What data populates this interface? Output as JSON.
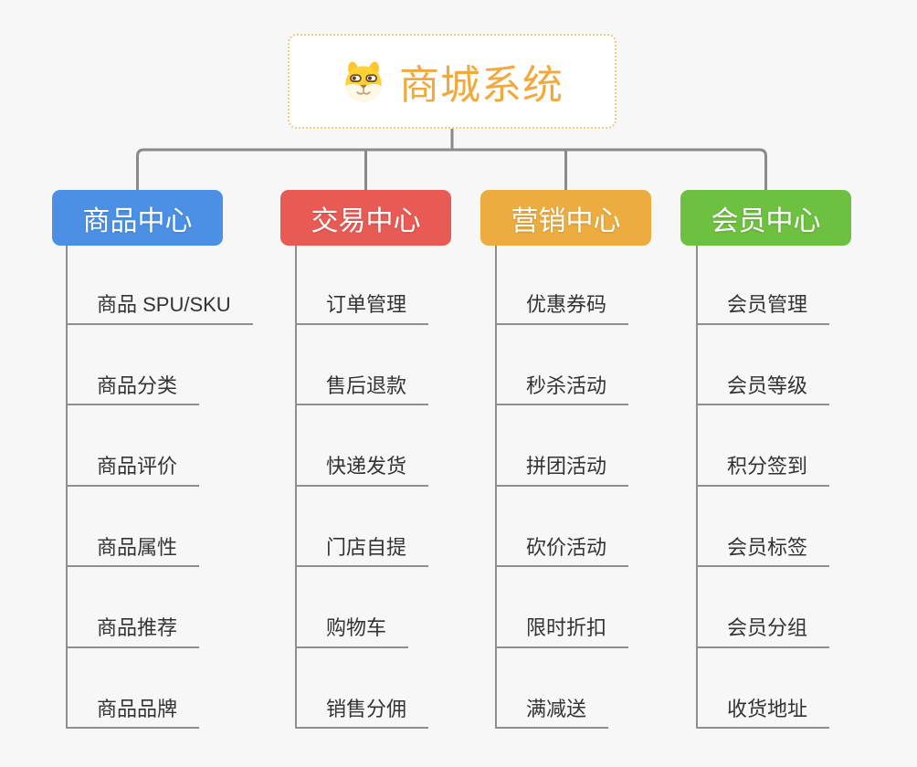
{
  "root": {
    "title": "商城系统",
    "icon": "dog-face-icon"
  },
  "branches": [
    {
      "label": "商品中心",
      "color": "#4B90E4",
      "items": [
        "商品 SPU/SKU",
        "商品分类",
        "商品评价",
        "商品属性",
        "商品推荐",
        "商品品牌"
      ]
    },
    {
      "label": "交易中心",
      "color": "#E85B54",
      "items": [
        "订单管理",
        "售后退款",
        "快递发货",
        "门店自提",
        "购物车",
        "销售分佣"
      ]
    },
    {
      "label": "营销中心",
      "color": "#ECAC3F",
      "items": [
        "优惠券码",
        "秒杀活动",
        "拼团活动",
        "砍价活动",
        "限时折扣",
        "满减送"
      ]
    },
    {
      "label": "会员中心",
      "color": "#6EC041",
      "items": [
        "会员管理",
        "会员等级",
        "积分签到",
        "会员标签",
        "会员分组",
        "收货地址"
      ]
    }
  ],
  "colors": {
    "background": "#F7F7F7",
    "connector_line": "#8A8A8A",
    "underline": "#8F8F8F",
    "item_text": "#333333",
    "root_text": "#F1A93E",
    "root_border": "#F3C878",
    "root_background": "#FFFFFF"
  }
}
